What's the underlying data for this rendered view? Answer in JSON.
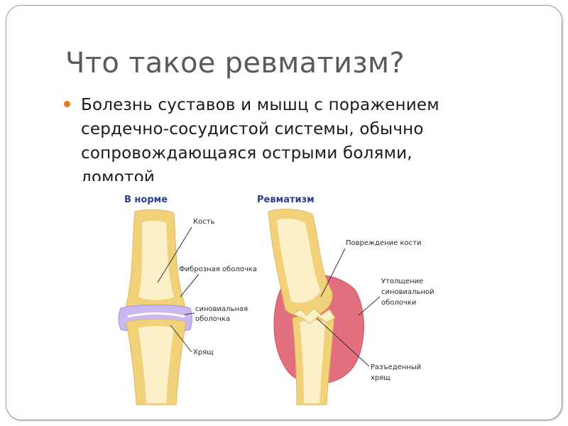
{
  "slide": {
    "title": "Что такое ревматизм?",
    "bullet": {
      "lines": [
        "Болезнь суставов и мышц с поражением",
        "сердечно-сосудистой системы, обычно",
        "сопровождающаяся острыми болями,",
        "ломотой"
      ]
    },
    "figure": {
      "normal": {
        "heading": "В норме",
        "labels": {
          "bone": "Кость",
          "fibrous": "Фиброзная оболочка",
          "synovial_1": "синовиальная",
          "synovial_2": "оболочка",
          "cartilage": "Хрящ"
        }
      },
      "rheumatism": {
        "heading": "Ревматизм",
        "labels": {
          "bone_damage": "Повреждение кости",
          "thickening_1": "Утолщение",
          "thickening_2": "синовиальной",
          "thickening_3": "оболочки",
          "eroded_1": "Разъеденный",
          "eroded_2": "хрящ"
        }
      },
      "colors": {
        "bone": "#f1d27a",
        "bone_light": "#fbf0c8",
        "synovial_normal": "#c9b8ef",
        "synovial_inflamed": "#e26f7e",
        "heading": "#2c3f8f"
      }
    }
  },
  "colors": {
    "bullet": "#e07a1f",
    "title": "#5a5a5a"
  }
}
